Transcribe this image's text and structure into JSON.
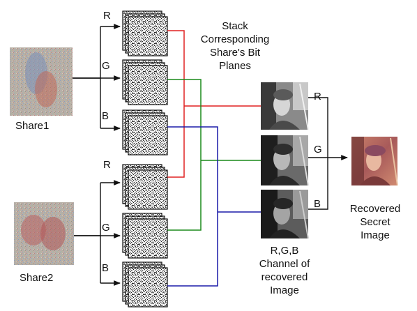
{
  "labels": {
    "share1": "Share1",
    "share2": "Share2",
    "r": "R",
    "g": "G",
    "b": "B",
    "stack_line1": "Stack",
    "stack_line2": "Corresponding",
    "stack_line3": "Share's Bit",
    "stack_line4": "Planes",
    "rgb_line1": "R,G,B",
    "rgb_line2": "Channel of",
    "rgb_line3": "recovered",
    "rgb_line4": "Image",
    "rec_line1": "Recovered",
    "rec_line2": "Secret",
    "rec_line3": "Image"
  },
  "colors": {
    "red_line": "#e02020",
    "green_line": "#1a8a1a",
    "blue_line": "#1a1aa8",
    "black_line": "#111111"
  }
}
